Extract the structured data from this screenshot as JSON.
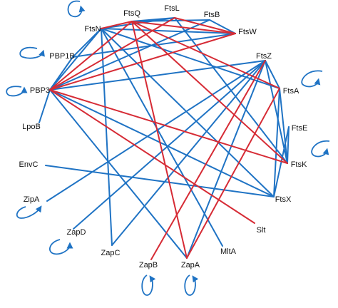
{
  "colors": {
    "blue": "#1f73c4",
    "red": "#d62b35",
    "text": "#111111"
  },
  "nodes": [
    {
      "id": "FtsQ",
      "label": "FtsQ"
    },
    {
      "id": "FtsL",
      "label": "FtsL"
    },
    {
      "id": "FtsB",
      "label": "FtsB"
    },
    {
      "id": "FtsN",
      "label": "FtsN"
    },
    {
      "id": "FtsW",
      "label": "FtsW"
    },
    {
      "id": "PBP1B",
      "label": "PBP1B"
    },
    {
      "id": "FtsZ",
      "label": "FtsZ"
    },
    {
      "id": "PBP3",
      "label": "PBP3"
    },
    {
      "id": "FtsA",
      "label": "FtsA"
    },
    {
      "id": "LpoB",
      "label": "LpoB"
    },
    {
      "id": "FtsE",
      "label": "FtsE"
    },
    {
      "id": "EnvC",
      "label": "EnvC"
    },
    {
      "id": "FtsK",
      "label": "FtsK"
    },
    {
      "id": "ZipA",
      "label": "ZipA"
    },
    {
      "id": "FtsX",
      "label": "FtsX"
    },
    {
      "id": "Slt",
      "label": "Slt"
    },
    {
      "id": "ZapD",
      "label": "ZapD"
    },
    {
      "id": "ZapC",
      "label": "ZapC"
    },
    {
      "id": "MltA",
      "label": "MltA"
    },
    {
      "id": "ZapB",
      "label": "ZapB"
    },
    {
      "id": "ZapA",
      "label": "ZapA"
    }
  ],
  "self_loops": [
    "FtsN",
    "PBP1B",
    "PBP3",
    "FtsA",
    "FtsK",
    "ZipA",
    "ZapD",
    "ZapB",
    "ZapA"
  ],
  "edges": [
    {
      "from": "FtsQ",
      "to": "FtsN",
      "color": "red"
    },
    {
      "from": "FtsQ",
      "to": "FtsW",
      "color": "red"
    },
    {
      "from": "FtsQ",
      "to": "FtsB",
      "color": "blue"
    },
    {
      "from": "FtsQ",
      "to": "FtsL",
      "color": "blue"
    },
    {
      "from": "FtsQ",
      "to": "PBP3",
      "color": "red"
    },
    {
      "from": "FtsQ",
      "to": "FtsA",
      "color": "red"
    },
    {
      "from": "FtsQ",
      "to": "FtsK",
      "color": "red"
    },
    {
      "from": "FtsQ",
      "to": "ZapA",
      "color": "red"
    },
    {
      "from": "FtsL",
      "to": "FtsN",
      "color": "blue"
    },
    {
      "from": "FtsL",
      "to": "FtsW",
      "color": "red"
    },
    {
      "from": "FtsL",
      "to": "PBP3",
      "color": "red"
    },
    {
      "from": "FtsL",
      "to": "FtsK",
      "color": "blue"
    },
    {
      "from": "FtsB",
      "to": "FtsW",
      "color": "blue"
    },
    {
      "from": "FtsB",
      "to": "PBP3",
      "color": "blue"
    },
    {
      "from": "FtsN",
      "to": "FtsW",
      "color": "blue"
    },
    {
      "from": "FtsN",
      "to": "PBP1B",
      "color": "blue"
    },
    {
      "from": "FtsN",
      "to": "PBP3",
      "color": "blue"
    },
    {
      "from": "FtsN",
      "to": "FtsA",
      "color": "blue"
    },
    {
      "from": "FtsN",
      "to": "FtsX",
      "color": "blue"
    },
    {
      "from": "FtsN",
      "to": "MltA",
      "color": "blue"
    },
    {
      "from": "FtsN",
      "to": "ZapC",
      "color": "blue"
    },
    {
      "from": "FtsW",
      "to": "PBP3",
      "color": "red"
    },
    {
      "from": "PBP1B",
      "to": "FtsW",
      "color": "blue"
    },
    {
      "from": "PBP1B",
      "to": "PBP3",
      "color": "blue"
    },
    {
      "from": "PBP3",
      "to": "FtsZ",
      "color": "blue"
    },
    {
      "from": "PBP3",
      "to": "FtsK",
      "color": "red"
    },
    {
      "from": "PBP3",
      "to": "FtsX",
      "color": "blue"
    },
    {
      "from": "PBP3",
      "to": "Slt",
      "color": "red"
    },
    {
      "from": "PBP3",
      "to": "ZapA",
      "color": "blue"
    },
    {
      "from": "LpoB",
      "to": "PBP3",
      "color": "blue"
    },
    {
      "from": "EnvC",
      "to": "FtsX",
      "color": "blue"
    },
    {
      "from": "FtsZ",
      "to": "FtsA",
      "color": "blue"
    },
    {
      "from": "FtsZ",
      "to": "FtsK",
      "color": "blue"
    },
    {
      "from": "FtsZ",
      "to": "ZipA",
      "color": "blue"
    },
    {
      "from": "FtsZ",
      "to": "ZapD",
      "color": "blue"
    },
    {
      "from": "FtsZ",
      "to": "ZapC",
      "color": "blue"
    },
    {
      "from": "FtsZ",
      "to": "ZapB",
      "color": "red"
    },
    {
      "from": "FtsZ",
      "to": "ZapA",
      "color": "blue"
    },
    {
      "from": "FtsA",
      "to": "ZapA",
      "color": "red"
    },
    {
      "from": "FtsA",
      "to": "FtsX",
      "color": "blue"
    },
    {
      "from": "FtsA",
      "to": "FtsK",
      "color": "blue"
    },
    {
      "from": "FtsE",
      "to": "FtsK",
      "color": "blue"
    },
    {
      "from": "FtsE",
      "to": "FtsX",
      "color": "blue"
    }
  ]
}
